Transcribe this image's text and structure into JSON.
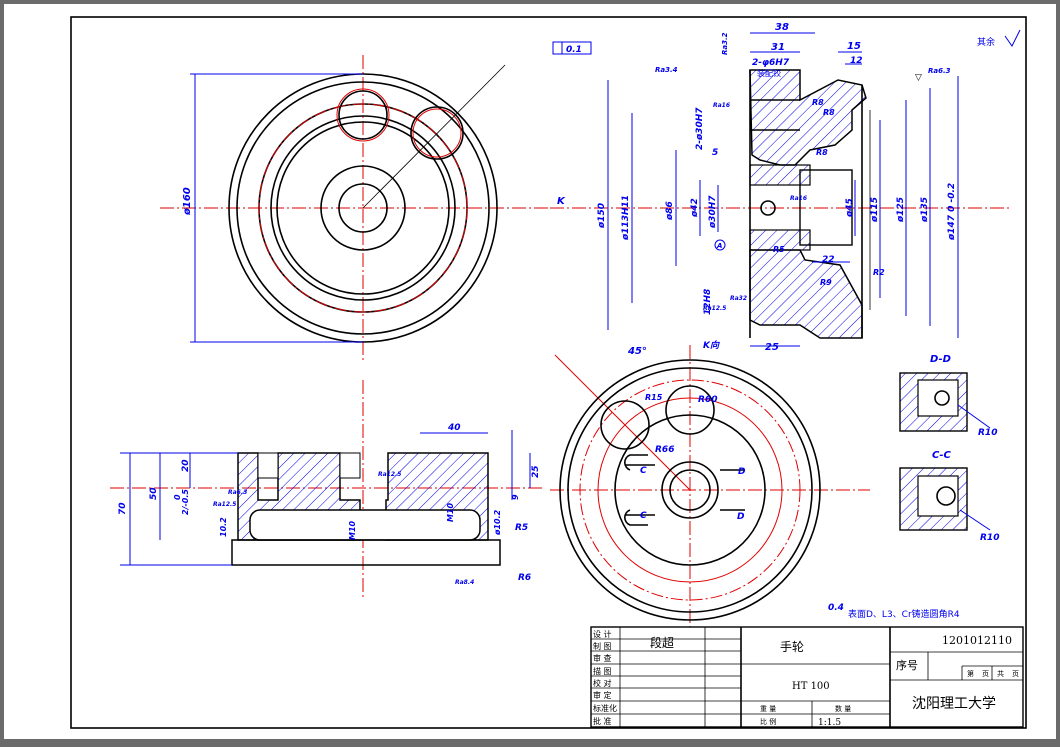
{
  "colors": {
    "outline": "#000000",
    "dimension": "#0000ee",
    "centerline": "#e00000",
    "sheet": "#ffffff"
  },
  "drawing": {
    "surface_note": "其余",
    "tolerance_frame": "0.1",
    "tolerance_datum": "A",
    "left_top_dims": {
      "d160": "ø160"
    },
    "right_top_dims": {
      "d38": "38",
      "d31": "31",
      "d15": "15",
      "d12": "12",
      "phi6": "2-φ6H7",
      "pin_note": "装配铰",
      "r_roughness_top": "Ra3.2",
      "r_roughness_right": "Ra6.3",
      "r_roughness_left": "Ra3.4",
      "d30h7_top": "2-ø30H7",
      "d5": "5",
      "d150": "ø150",
      "d113": "ø113H11",
      "d86": "ø86",
      "d42": "ø42",
      "d30h7": "ø30H7",
      "d12h8": "12H8",
      "d25": "25",
      "d22": "22",
      "d45": "ø45",
      "d115": "ø115",
      "d125": "ø125",
      "d135": "ø135",
      "d147": "ø147 0 -0.2",
      "r8a": "R8",
      "r8b": "R8",
      "r8c": "R8",
      "r5": "R5",
      "r9": "R9",
      "r2": "R2",
      "k": "K",
      "ra16a": "Ra16",
      "ra16b": "Ra16",
      "ra32": "Ra32",
      "ra125": "Ra12.5"
    },
    "bottom_left_dims": {
      "d40": "40",
      "d70": "70",
      "d50": "50",
      "d20": "20",
      "d05": "2/-0.5",
      "d0": "0",
      "d102a": "10.2",
      "m10a": "M10",
      "m10b": "M10",
      "d102b": "ø10.2",
      "r5": "R5",
      "r6": "R6",
      "d25": "25",
      "d9": "9",
      "ra125a": "Ra12.5",
      "ra125b": "Ra12.5",
      "ra63": "Ra6.3",
      "ra84": "Ra8.4"
    },
    "k_view": {
      "title": "K向",
      "angle": "45°",
      "r60": "R60",
      "r66": "R66",
      "r15": "R15",
      "c1": "C",
      "c2": "C",
      "d1": "D",
      "d2": "D"
    },
    "section_dd": {
      "title": "D-D",
      "r10": "R10"
    },
    "section_cc": {
      "title": "C-C",
      "r10": "R10"
    },
    "note": "表面D、L3、Cr铸造圆角R4",
    "note_roughness": "0.4"
  },
  "title_block": {
    "drawing_number": "1201012110",
    "designer": "段超",
    "part_name": "手轮",
    "material": "HT 100",
    "school": "沈阳理工大学",
    "serial_label": "序号",
    "sheet_labels": [
      "第",
      "页",
      "共",
      "页"
    ],
    "rows": [
      "设 计",
      "制 图",
      "审 查",
      "描 图",
      "校 对",
      "审 定",
      "标准化",
      "批 准"
    ],
    "weight_label": "重 量",
    "qty_label": "数 量",
    "scale_label": "比 例",
    "scale_value": "1:1.5"
  }
}
